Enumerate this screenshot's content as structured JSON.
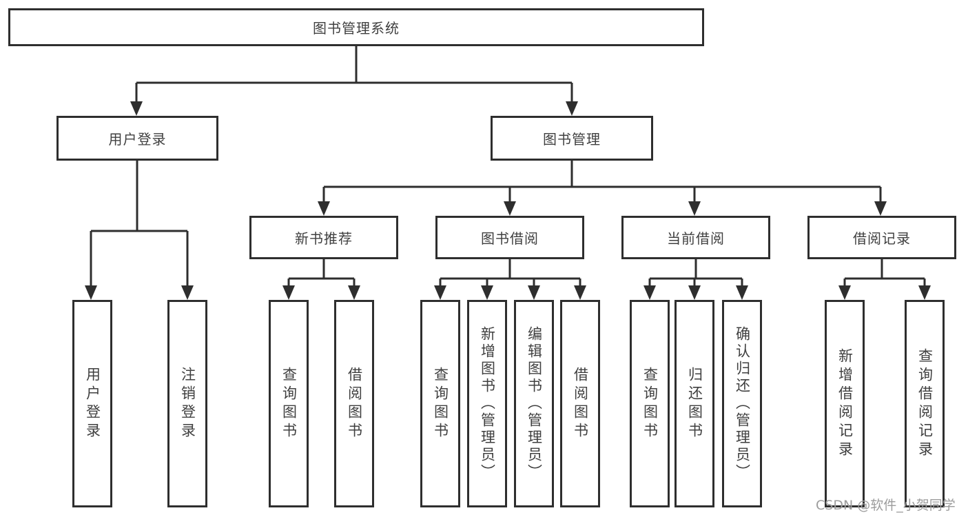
{
  "diagram": {
    "root": "图书管理系统",
    "level2": {
      "user_login": "用户登录",
      "book_management": "图书管理"
    },
    "level3": {
      "new_book_recommend": "新书推荐",
      "book_borrow": "图书借阅",
      "current_borrow": "当前借阅",
      "borrow_record": "借阅记录"
    },
    "leaves": [
      "用户登录",
      "注销登录",
      "查询图书",
      "借阅图书",
      "查询图书",
      "新增图书（管理员）",
      "编辑图书（管理员）",
      "借阅图书",
      "查询图书",
      "归还图书",
      "确认归还（管理员）",
      "新增借阅记录",
      "查询借阅记录"
    ]
  },
  "watermark": "CSDN @软件_小贺同学",
  "colors": {
    "line": "#2e2e2e",
    "box_border": "#2e2e2e",
    "text": "#3f3f3f",
    "watermark": "#9c9c9c",
    "background": "#ffffff"
  }
}
